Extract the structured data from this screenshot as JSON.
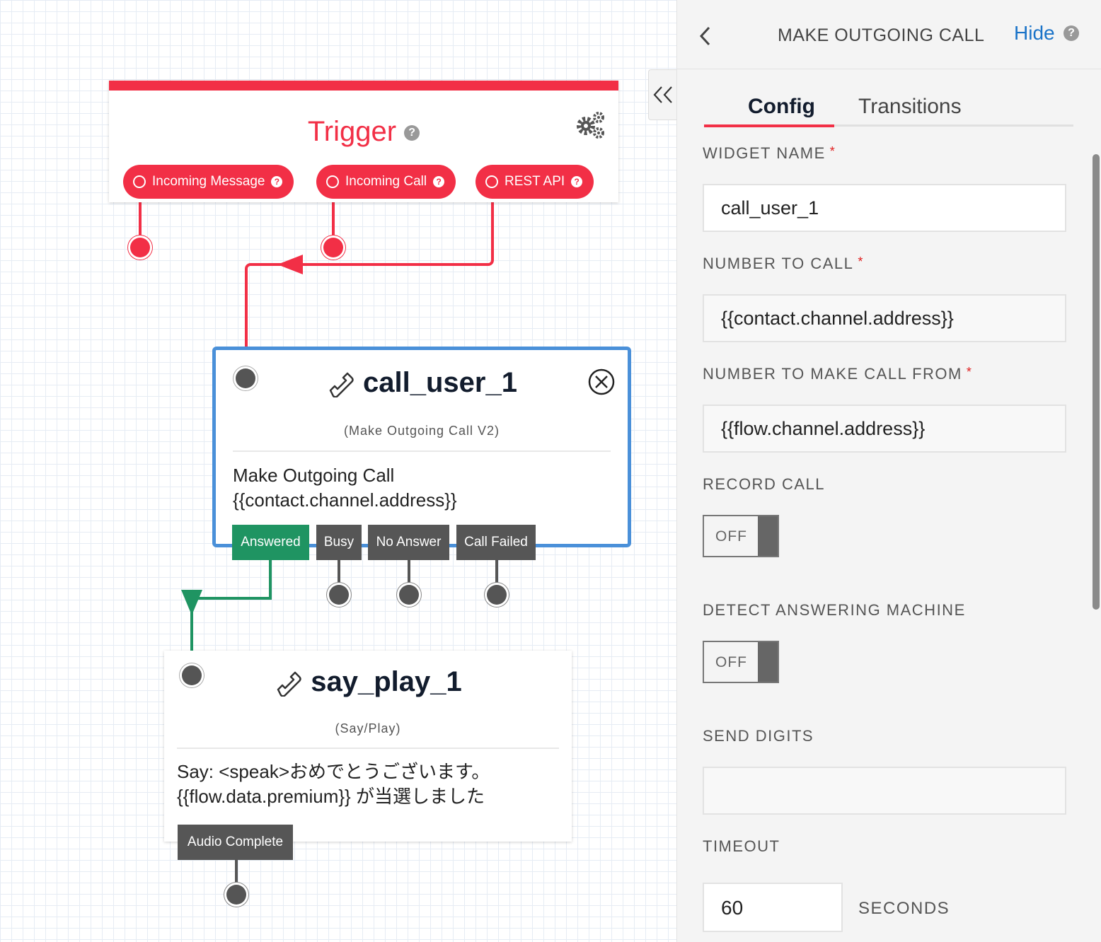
{
  "canvas": {
    "trigger": {
      "title": "Trigger",
      "help": "?",
      "triggers": [
        {
          "label": "Incoming Message"
        },
        {
          "label": "Incoming Call"
        },
        {
          "label": "REST API"
        }
      ]
    },
    "call_widget": {
      "name": "call_user_1",
      "type": "(Make Outgoing Call V2)",
      "body_line1": "Make Outgoing Call",
      "body_line2": "{{contact.channel.address}}",
      "transitions": [
        "Answered",
        "Busy",
        "No Answer",
        "Call Failed"
      ]
    },
    "say_widget": {
      "name": "say_play_1",
      "type": "(Say/Play)",
      "body_line1": "Say: <speak>おめでとうございます。",
      "body_line2": "{{flow.data.premium}} が当選しました",
      "transitions": [
        "Audio Complete"
      ]
    }
  },
  "panel": {
    "title": "MAKE OUTGOING CALL",
    "hide_label": "Hide",
    "help": "?",
    "tabs": [
      {
        "label": "Config",
        "active": true
      },
      {
        "label": "Transitions",
        "active": false
      }
    ],
    "fields": {
      "widget_name": {
        "label": "WIDGET NAME",
        "required": "*",
        "value": "call_user_1"
      },
      "number_to_call": {
        "label": "NUMBER TO CALL",
        "required": "*",
        "value": "{{contact.channel.address}}"
      },
      "number_from": {
        "label": "NUMBER TO MAKE CALL FROM",
        "required": "*",
        "value": "{{flow.channel.address}}"
      },
      "record_call": {
        "label": "RECORD CALL",
        "state": "OFF"
      },
      "detect_machine": {
        "label": "DETECT ANSWERING MACHINE",
        "state": "OFF"
      },
      "send_digits": {
        "label": "SEND DIGITS",
        "value": ""
      },
      "timeout": {
        "label": "TIMEOUT",
        "value": "60",
        "unit": "SECONDS"
      }
    }
  },
  "colors": {
    "trigger_red": "#f22f46",
    "selected_blue": "#4a90d9",
    "answered_green": "#1f9462",
    "tab_gray": "#565656",
    "link_blue": "#1a73c8"
  },
  "icons": [
    "gears-icon",
    "phone-icon",
    "close-circle-icon",
    "chevron-left-icon",
    "double-chevron-left-icon",
    "help-icon"
  ]
}
